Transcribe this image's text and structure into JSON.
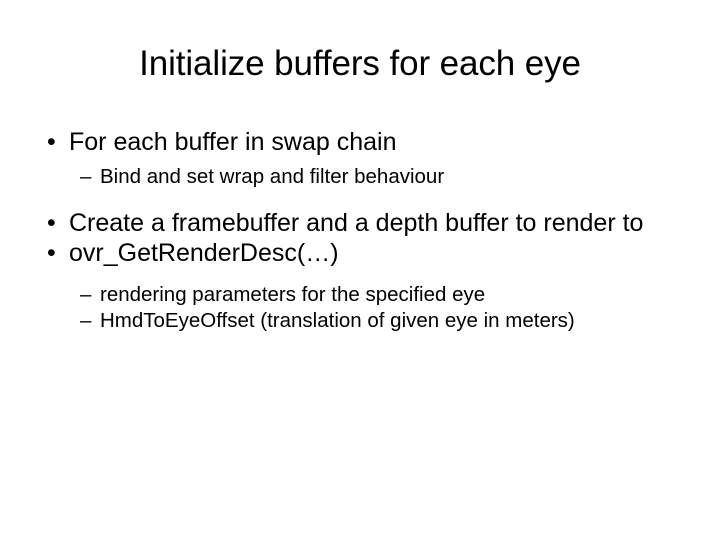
{
  "slide": {
    "title": "Initialize buffers for each eye",
    "background_color": "#FFFFFF",
    "text_color": "#000000",
    "bullet_marker_level1": "•",
    "bullet_marker_level2": "–",
    "content": [
      {
        "level": 1,
        "text": "For each buffer in swap chain"
      },
      {
        "level": 2,
        "text": "Bind and set wrap and filter behaviour"
      },
      {
        "level": 1,
        "text": "Create a framebuffer and a depth buffer to render to"
      },
      {
        "level": 1,
        "text": "ovr_GetRenderDesc(…)"
      },
      {
        "level": 2,
        "text": "rendering parameters for the specified eye"
      },
      {
        "level": 2,
        "text": "HmdToEyeOffset (translation of given eye in meters)"
      }
    ]
  }
}
